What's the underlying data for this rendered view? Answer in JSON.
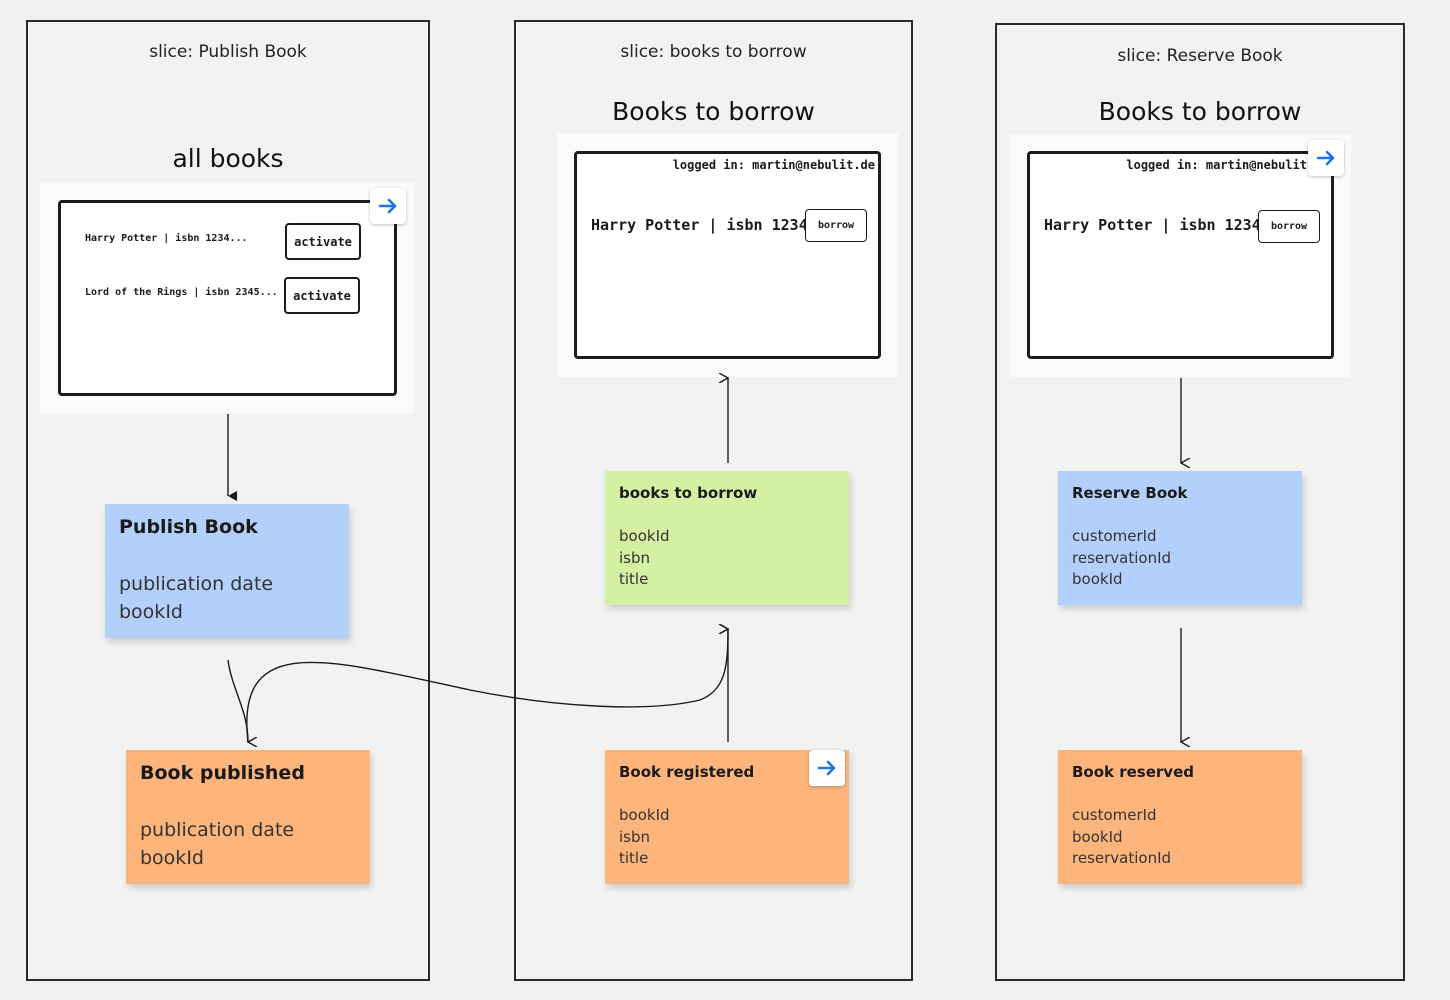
{
  "slices": [
    {
      "title": "slice: Publish Book",
      "screen_title": "all books",
      "rows": [
        {
          "text": "Harry Potter | isbn 1234...",
          "button": "activate"
        },
        {
          "text": "Lord of the Rings | isbn 2345...",
          "button": "activate"
        }
      ],
      "command": {
        "title": "Publish Book",
        "fields": [
          "publication date",
          "bookId"
        ]
      },
      "event": {
        "title": "Book published",
        "fields": [
          "publication date",
          "bookId"
        ]
      }
    },
    {
      "title": "slice: books to borrow",
      "screen_title": "Books to borrow",
      "logged_in": "logged in: martin@nebulit.de",
      "row_text": "Harry Potter | isbn 1234",
      "button": "borrow",
      "readmodel": {
        "title": "books to borrow",
        "fields": [
          "bookId",
          "isbn",
          "title"
        ]
      },
      "event": {
        "title": "Book registered",
        "fields": [
          "bookId",
          "isbn",
          "title"
        ]
      }
    },
    {
      "title": "slice: Reserve Book",
      "screen_title": "Books to borrow",
      "logged_in": "logged in: martin@nebulit",
      "row_text": "Harry Potter | isbn 1234",
      "button": "borrow",
      "command": {
        "title": "Reserve Book",
        "fields": [
          "customerId",
          "reservationId",
          "bookId"
        ]
      },
      "event": {
        "title": "Book reserved",
        "fields": [
          "customerId",
          "bookId",
          "reservationId"
        ]
      }
    }
  ],
  "colors": {
    "command": "#b3cffb",
    "readmodel": "#d5f0a2",
    "event": "#feb57c",
    "link_arrow": "#1a73e8"
  },
  "icons": [
    "arrow-right-icon"
  ]
}
